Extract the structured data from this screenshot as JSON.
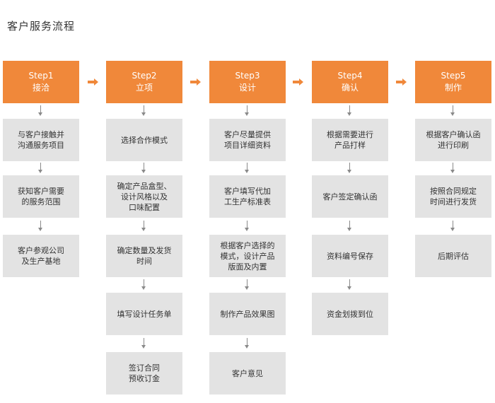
{
  "title": "客户服务流程",
  "colors": {
    "accent": "#f0883a",
    "box": "#e3e3e3",
    "arrow": "#8a8a8a"
  },
  "columns": [
    {
      "step": "Step1",
      "name": "接洽",
      "items": [
        [
          "与客户接触并",
          "沟通服务项目"
        ],
        [
          "获知客户需要",
          "的服务范围"
        ],
        [
          "客户参观公司",
          "及生产基地"
        ]
      ]
    },
    {
      "step": "Step2",
      "name": "立项",
      "items": [
        [
          "选择合作模式"
        ],
        [
          "确定产品盒型、",
          "设计风格以及",
          "口味配置"
        ],
        [
          "确定数量及发货",
          "时间"
        ],
        [
          "填写设计任务单"
        ],
        [
          "签订合同",
          "预收订金"
        ]
      ]
    },
    {
      "step": "Step3",
      "name": "设计",
      "items": [
        [
          "客户尽量提供",
          "项目详细资料"
        ],
        [
          "客户填写代加",
          "工生产标准表"
        ],
        [
          "根据客户选择的",
          "模式，设计产品",
          "版面及内置"
        ],
        [
          "制作产品效果图"
        ],
        [
          "客户意见"
        ]
      ]
    },
    {
      "step": "Step4",
      "name": "确认",
      "items": [
        [
          "根据需要进行",
          "产品打样"
        ],
        [
          "客户签定确认函"
        ],
        [
          "资料编号保存"
        ],
        [
          "资金划拨到位"
        ]
      ]
    },
    {
      "step": "Step5",
      "name": "制作",
      "items": [
        [
          "根据客户确认函",
          "进行印刷"
        ],
        [
          "按照合同规定",
          "时间进行发货"
        ],
        [
          "后期评估"
        ]
      ]
    }
  ]
}
